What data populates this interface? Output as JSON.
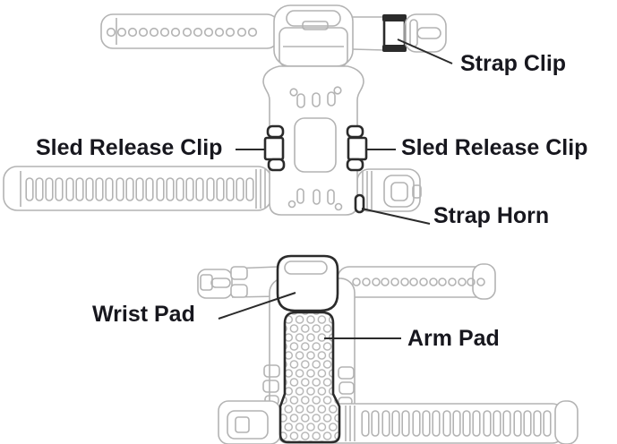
{
  "figure_top": {
    "labels": {
      "strap_clip": "Strap Clip",
      "sled_release_clip_left": "Sled Release Clip",
      "sled_release_clip_right": "Sled Release Clip",
      "strap_horn": "Strap Horn"
    }
  },
  "figure_bottom": {
    "labels": {
      "wrist_pad": "Wrist Pad",
      "arm_pad": "Arm Pad"
    }
  },
  "colors": {
    "outline_gray": "#b3b3b3",
    "part_dark": "#2b2b2b",
    "label_text": "#17171e",
    "background": "#ffffff"
  }
}
